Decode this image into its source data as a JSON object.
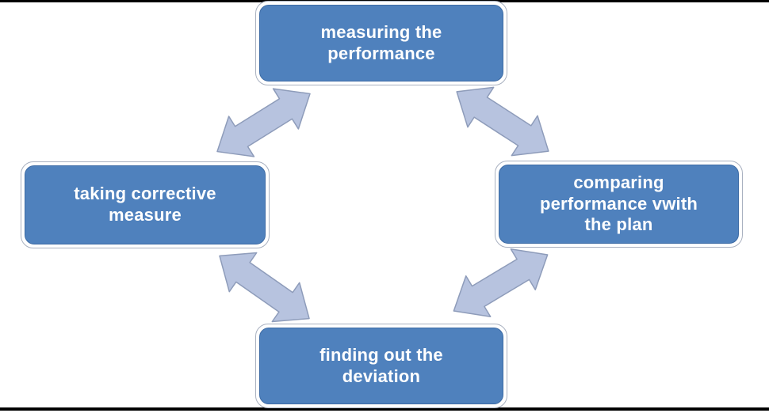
{
  "diagram": {
    "type": "cycle",
    "nodes": [
      {
        "id": "top",
        "label": "measuring the\nperformance"
      },
      {
        "id": "right",
        "label": "comparing\nperformance vwith\nthe plan"
      },
      {
        "id": "bottom",
        "label": "finding out the\ndeviation"
      },
      {
        "id": "left",
        "label": "taking corrective\nmeasure"
      }
    ],
    "connections": [
      {
        "from": "taking corrective measure",
        "to": "measuring the performance",
        "style": "double-arrow"
      },
      {
        "from": "measuring the performance",
        "to": "comparing performance vwith the plan",
        "style": "double-arrow"
      },
      {
        "from": "taking corrective measure",
        "to": "finding out the deviation",
        "style": "double-arrow"
      },
      {
        "from": "finding out the deviation",
        "to": "comparing performance vwith the plan",
        "style": "double-arrow"
      }
    ]
  },
  "colors": {
    "node_fill": "#4f81bd",
    "node_edge": "#3d6ba5",
    "node_outline": "#a9b1c0",
    "node_text": "#ffffff",
    "arrow_fill": "#b7c3df",
    "arrow_stroke": "#8e9cba",
    "frame_line": "#000000",
    "background": "#ffffff"
  }
}
